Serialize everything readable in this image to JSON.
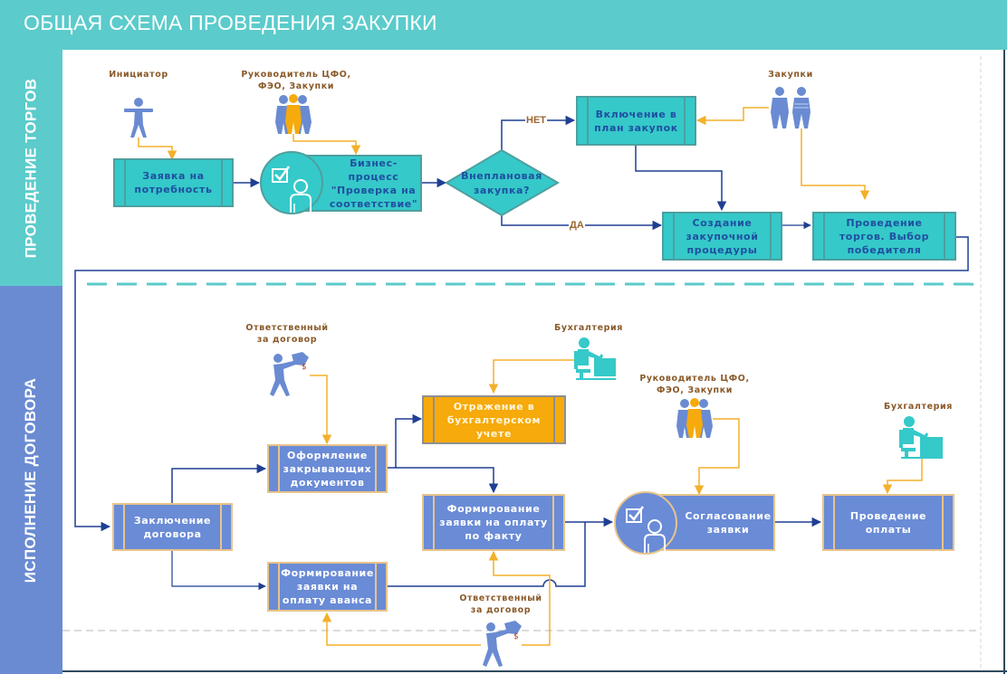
{
  "header": {
    "title": "ОБЩАЯ СХЕМА ПРОВЕДЕНИЯ ЗАКУПКИ"
  },
  "lanes": [
    {
      "id": "tenders",
      "label": "ПРОВЕДЕНИЕ ТОРГОВ",
      "color": "#5ccbcb"
    },
    {
      "id": "contract",
      "label": "ИСПОЛНЕНИЕ ДОГОВОРА",
      "color": "#6a8bd2"
    }
  ],
  "colors": {
    "teal_process": "#35c9c9",
    "blue_process": "#6a8bd6",
    "orange_process": "#f6aa0b",
    "flow_line": "#1f3f94",
    "actor_line": "#f3b02c",
    "actor_label": "#8a5a2a"
  },
  "actors": {
    "initiator": {
      "label": "Инициатор",
      "icon": "standing-person-icon"
    },
    "heads_1": {
      "label": "Руководитель ЦФО,\nФЭО, Закупки",
      "icon": "group-people-icon"
    },
    "procurement": {
      "label": "Закупки",
      "icon": "two-people-icon"
    },
    "responsible_1": {
      "label": "Ответственный\nза договор",
      "icon": "person-with-money-icon"
    },
    "accounting_1": {
      "label": "Бухгалтерия",
      "icon": "accountant-at-desk-icon"
    },
    "heads_2": {
      "label": "Руководитель ЦФО,\nФЭО, Закупки",
      "icon": "group-people-icon"
    },
    "accounting_2": {
      "label": "Бухгалтерия",
      "icon": "accountant-at-desk-icon"
    },
    "responsible_2": {
      "label": "Ответственный\nза договор",
      "icon": "person-with-money-icon"
    }
  },
  "processes": {
    "request": "Заявка на потребность",
    "bp_check": "Бизнес-процесс \"Проверка на соответствие\"",
    "decision": "Внеплановая закупка?",
    "include_plan": "Включение в план закупок",
    "create_procedure": "Создание закупочной процедуры",
    "tenders": "Проведение торгов. Выбор победителя",
    "conclude_contract": "Заключение договора",
    "closing_docs": "Оформление закрывающих документов",
    "accounting_record": "Отражение в бухгалтерском учете",
    "fact_payment_request": "Формирование заявки на оплату по факту",
    "advance_payment_request": "Формирование заявки на оплату аванса",
    "approve_request": "Согласование заявки",
    "payment": "Проведение оплаты"
  },
  "branches": {
    "no": "НЕТ",
    "yes": "ДА"
  }
}
